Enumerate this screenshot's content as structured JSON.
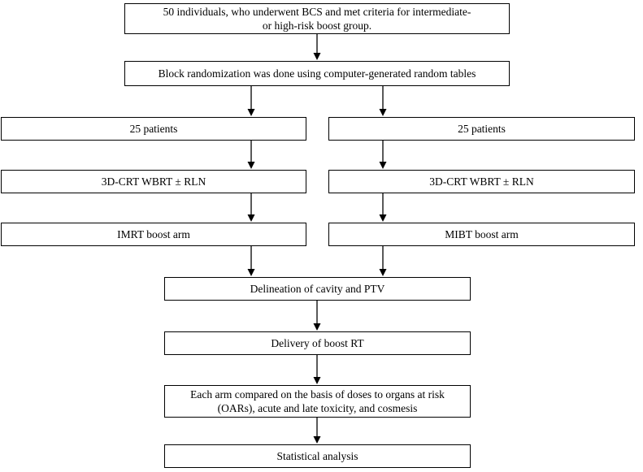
{
  "diagram": {
    "type": "flowchart",
    "colors": {
      "background": "#ffffff",
      "box_border": "#000000",
      "text": "#000000",
      "arrow": "#000000"
    },
    "nodes": {
      "eligibility": {
        "lines": [
          "50 individuals, who underwent BCS and met criteria for intermediate-",
          "or high-risk boost group."
        ]
      },
      "randomization": {
        "text": "Block randomization was done using computer-generated random tables"
      },
      "left_count": {
        "text": "25 patients"
      },
      "right_count": {
        "text": "25 patients"
      },
      "left_wbrt": {
        "text": "3D-CRT WBRT ± RLN"
      },
      "right_wbrt": {
        "text": "3D-CRT WBRT ± RLN"
      },
      "left_boost": {
        "text": "IMRT boost arm"
      },
      "right_boost": {
        "text": "MIBT boost arm"
      },
      "delineation": {
        "text": "Delineation of cavity and PTV"
      },
      "delivery": {
        "text": "Delivery of boost RT"
      },
      "comparison": {
        "lines": [
          "Each arm compared on the basis of doses to organs at risk",
          "(OARs), acute and late toxicity, and cosmesis"
        ]
      },
      "statistics": {
        "text": "Statistical analysis"
      }
    }
  }
}
